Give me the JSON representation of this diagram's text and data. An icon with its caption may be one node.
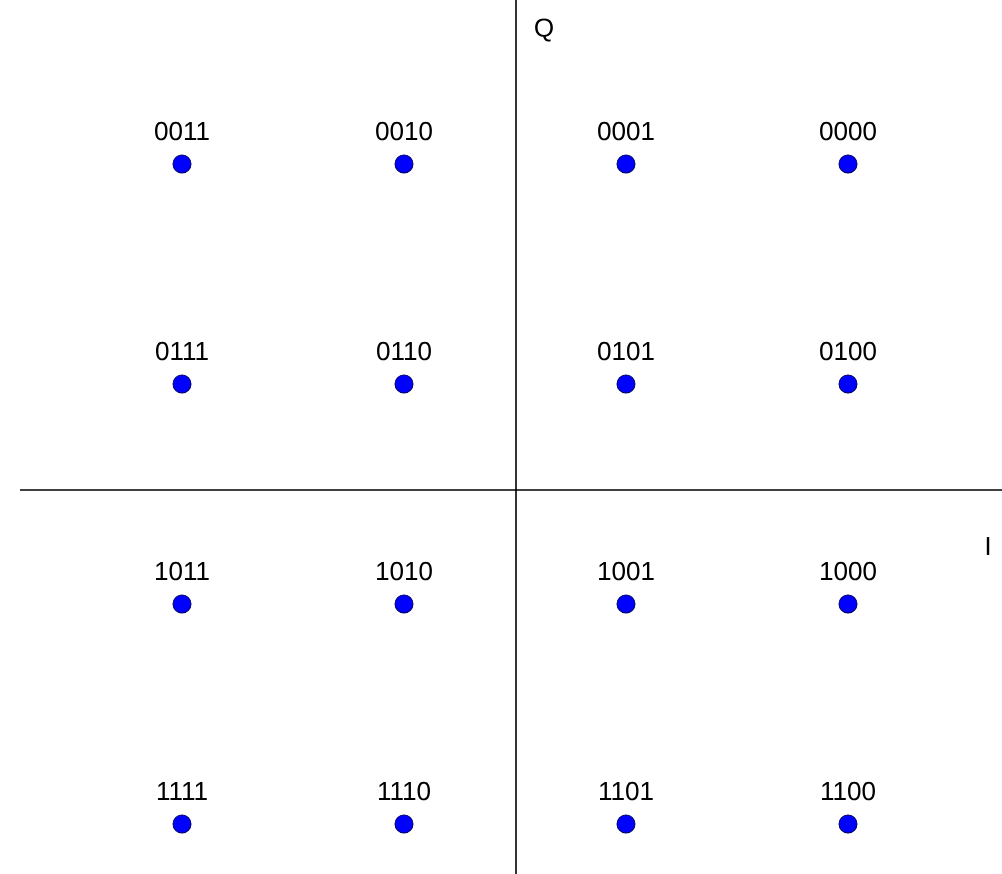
{
  "diagram": {
    "nodes": [
      {
        "text": [
          "0011"
        ]
      },
      {
        "text": [
          "0010"
        ]
      },
      {
        "text": [
          "0001"
        ]
      },
      {
        "text": [
          "0000"
        ]
      },
      {
        "text": [
          "0111"
        ]
      },
      {
        "text": [
          "0110"
        ]
      },
      {
        "text": [
          "0101"
        ]
      },
      {
        "text": [
          "0100"
        ]
      },
      {
        "text": [
          "1011"
        ]
      },
      {
        "text": [
          "1010"
        ]
      },
      {
        "text": [
          "1001"
        ]
      },
      {
        "text": [
          "1000"
        ]
      },
      {
        "text": [
          "1111"
        ]
      },
      {
        "text": [
          "1110"
        ]
      },
      {
        "text": [
          "1101"
        ]
      },
      {
        "text": [
          "1100"
        ]
      }
    ],
    "labels": [
      "Q",
      "I"
    ]
  }
}
